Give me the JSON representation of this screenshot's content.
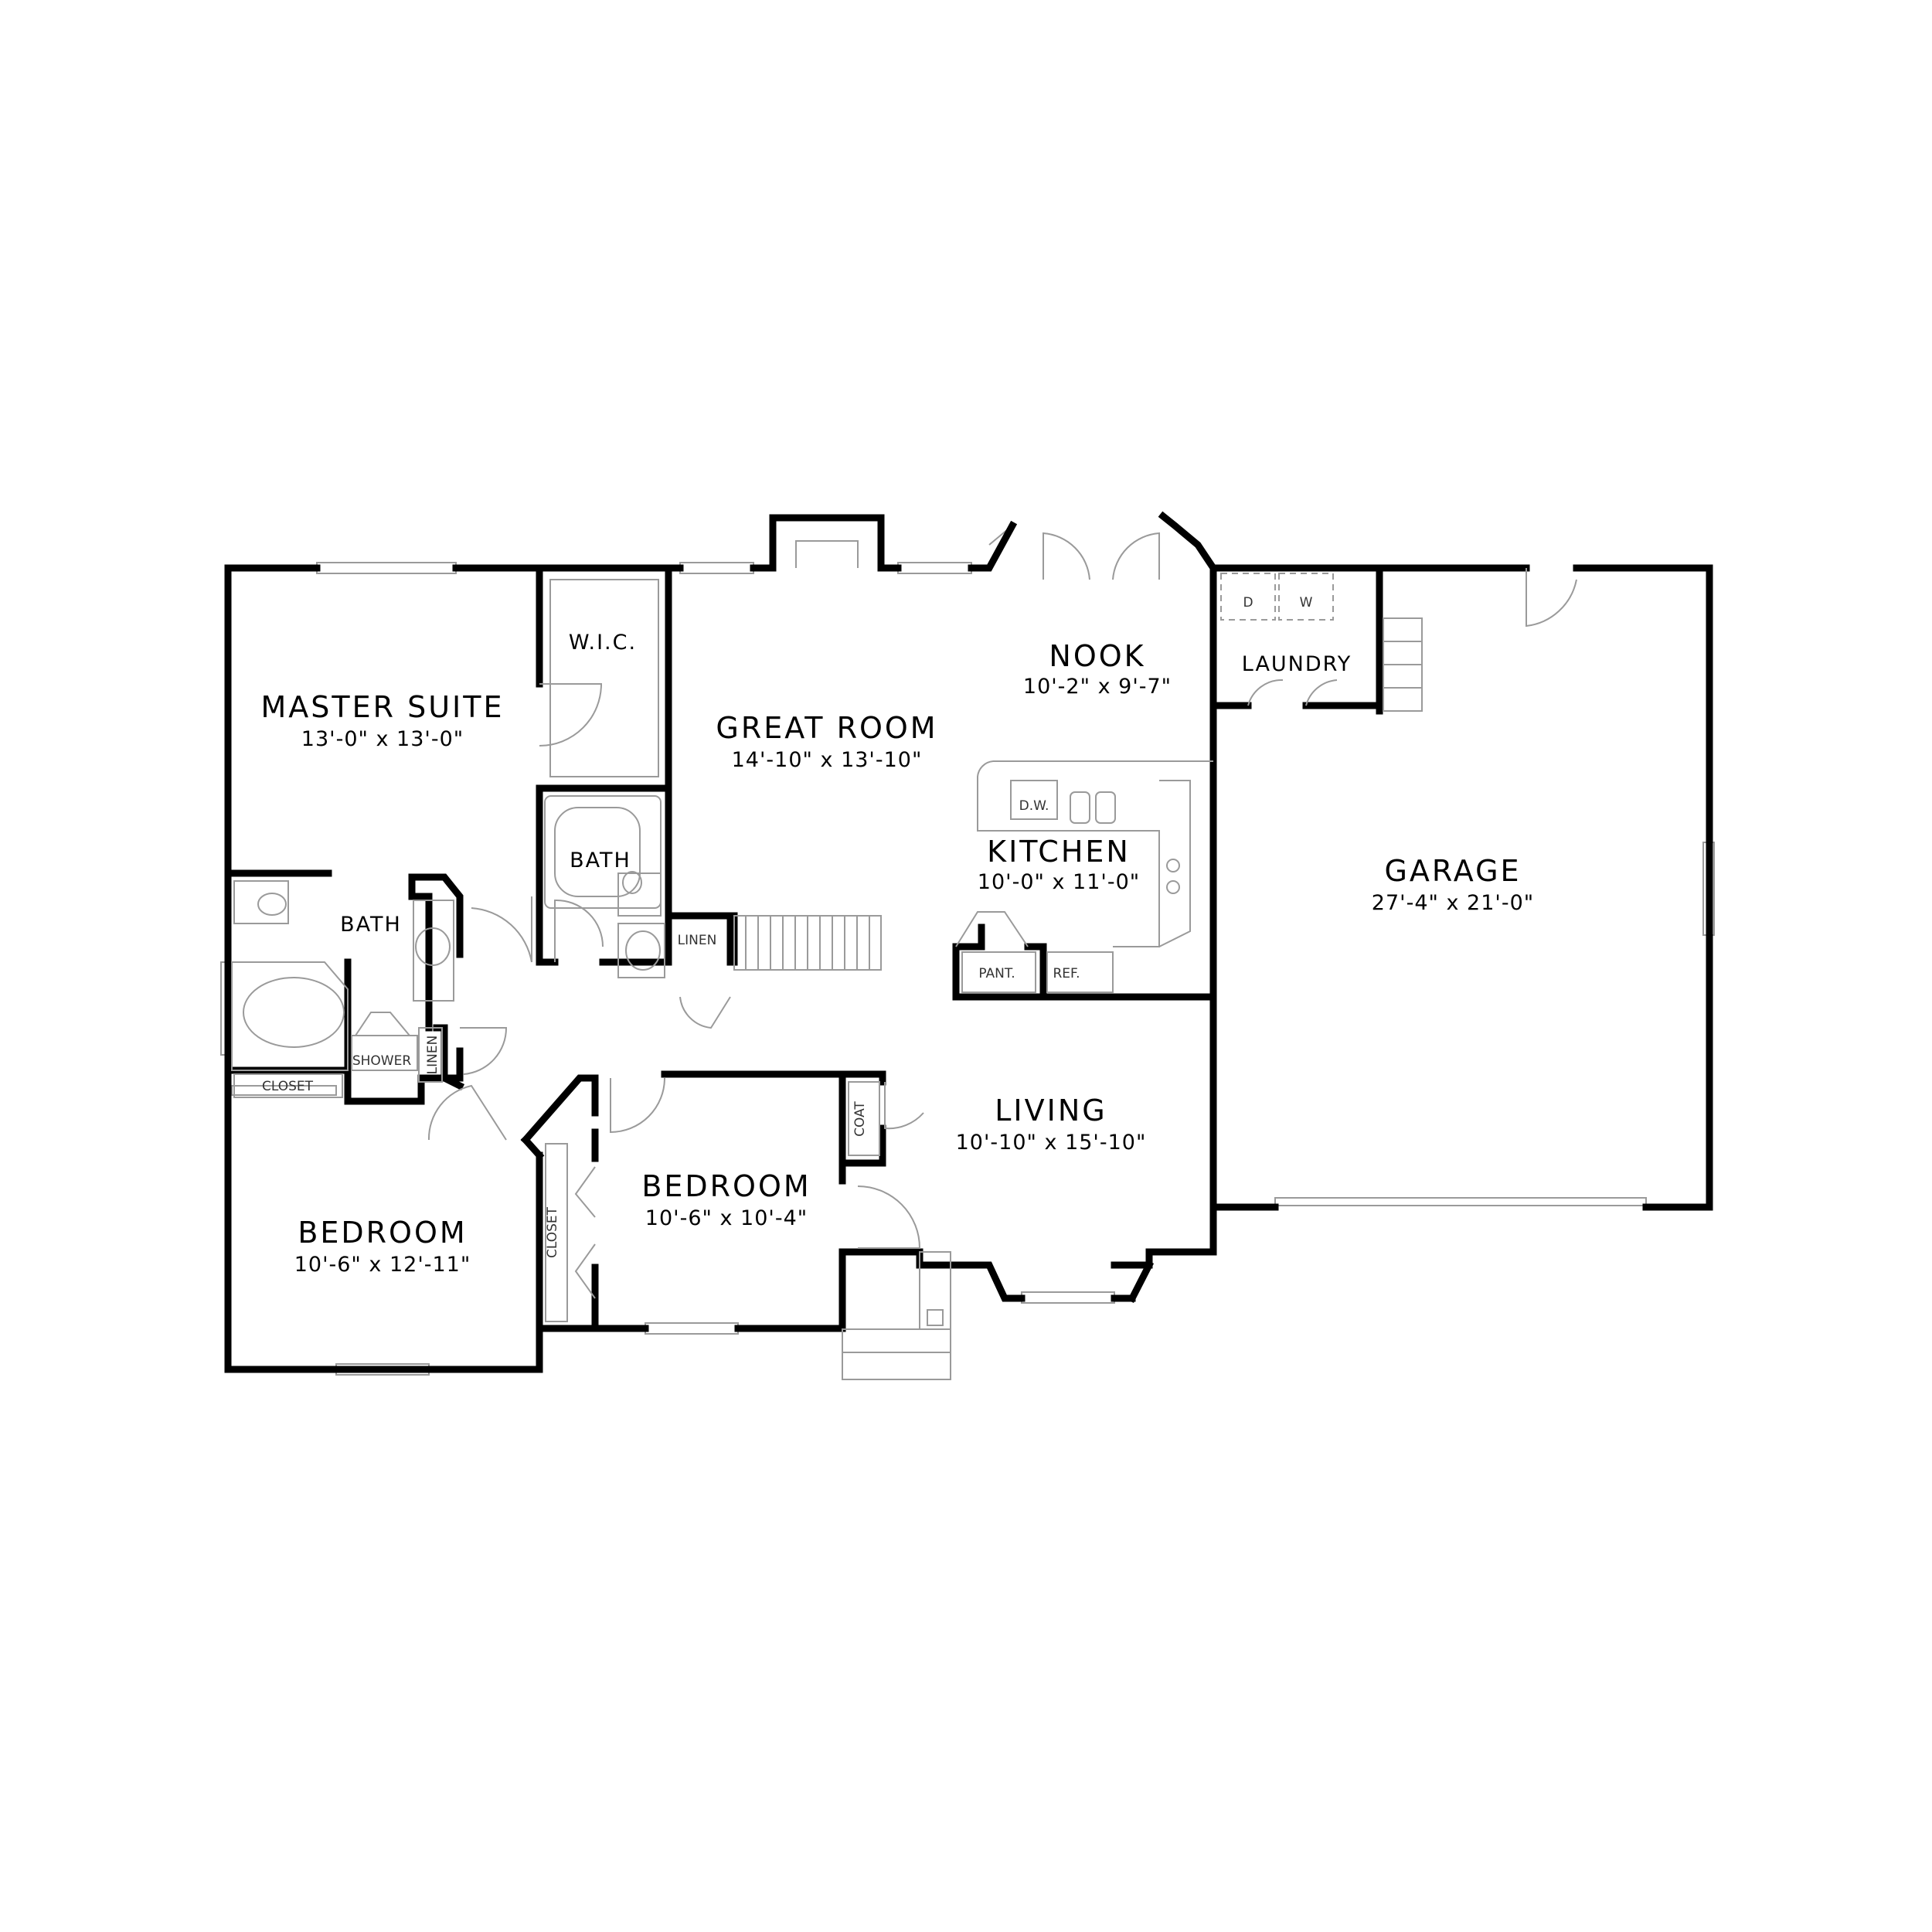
{
  "rooms": {
    "master_suite": {
      "name": "MASTER SUITE",
      "dim": "13'-0\" x 13'-0\""
    },
    "wic": {
      "name": "W.I.C."
    },
    "great_room": {
      "name": "GREAT ROOM",
      "dim": "14'-10\" x 13'-10\""
    },
    "nook": {
      "name": "NOOK",
      "dim": "10'-2\" x 9'-7\""
    },
    "laundry": {
      "name": "LAUNDRY"
    },
    "kitchen": {
      "name": "KITCHEN",
      "dim": "10'-0\" x 11'-0\""
    },
    "garage": {
      "name": "GARAGE",
      "dim": "27'-4\" x 21'-0\""
    },
    "bath_center": {
      "name": "BATH"
    },
    "bath_master": {
      "name": "BATH"
    },
    "living": {
      "name": "LIVING",
      "dim": "10'-10\" x 15'-10\""
    },
    "bedroom_center": {
      "name": "BEDROOM",
      "dim": "10'-6\" x 10'-4\""
    },
    "bedroom_left": {
      "name": "BEDROOM",
      "dim": "10'-6\" x 12'-11\""
    }
  },
  "fixtures": {
    "linen_hall": "LINEN",
    "linen_master": "LINEN",
    "shower": "SHOWER",
    "closet_master": "CLOSET",
    "closet_bedroom": "CLOSET",
    "coat": "COAT",
    "pantry": "PANT.",
    "refrigerator": "REF.",
    "dishwasher": "D.W.",
    "dryer": "D",
    "washer": "W"
  }
}
